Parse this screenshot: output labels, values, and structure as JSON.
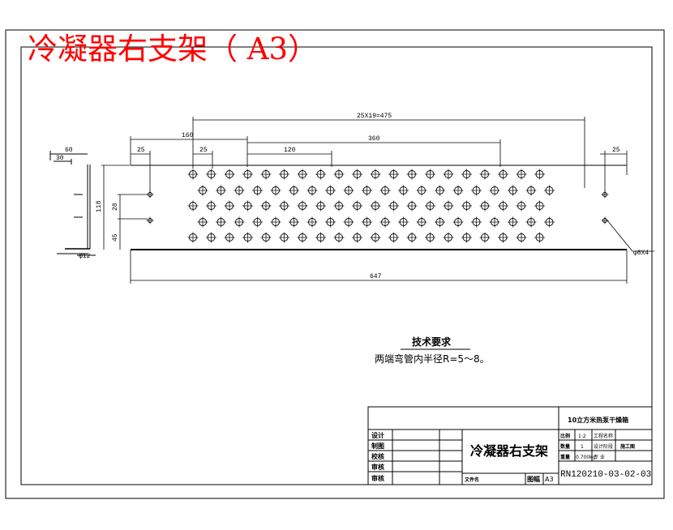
{
  "title": "冷凝器右支架（ A3）",
  "dimensions": {
    "d_60": "60",
    "d_30": "30",
    "d_12": "φ12",
    "d_118": "118",
    "d_28": "28",
    "d_45": "45",
    "d_160": "160",
    "d_25_left": "25",
    "d_25_holes": "25",
    "d_120": "120",
    "d_360": "360",
    "d_pitch": "25X19=475",
    "d_25_right": "25",
    "d_647": "647",
    "d_holes": "φ8X4"
  },
  "notes": {
    "heading": "技术要求",
    "line1": "两端弯管内半径R=5～8。"
  },
  "title_block": {
    "project": "10立方米热泵干燥箱",
    "part_name": "冷凝器右支架",
    "drawing_no": "RN120210-03-02-03",
    "sheet_size": "A3",
    "rows": {
      "design": "设计",
      "draw": "制图",
      "check": "校核",
      "review": "审核",
      "approve": "审核"
    },
    "file_label": "文件名",
    "size_label": "图幅",
    "scale_label": "比例",
    "scale_value": "1:2",
    "project_label": "工程名称",
    "qty_label": "数量",
    "qty_value": "1",
    "stage_label": "设计阶段",
    "stage_value": "施工图",
    "weight_label": "重量",
    "weight_value": "0.700kg",
    "spec_label": "专 业"
  }
}
